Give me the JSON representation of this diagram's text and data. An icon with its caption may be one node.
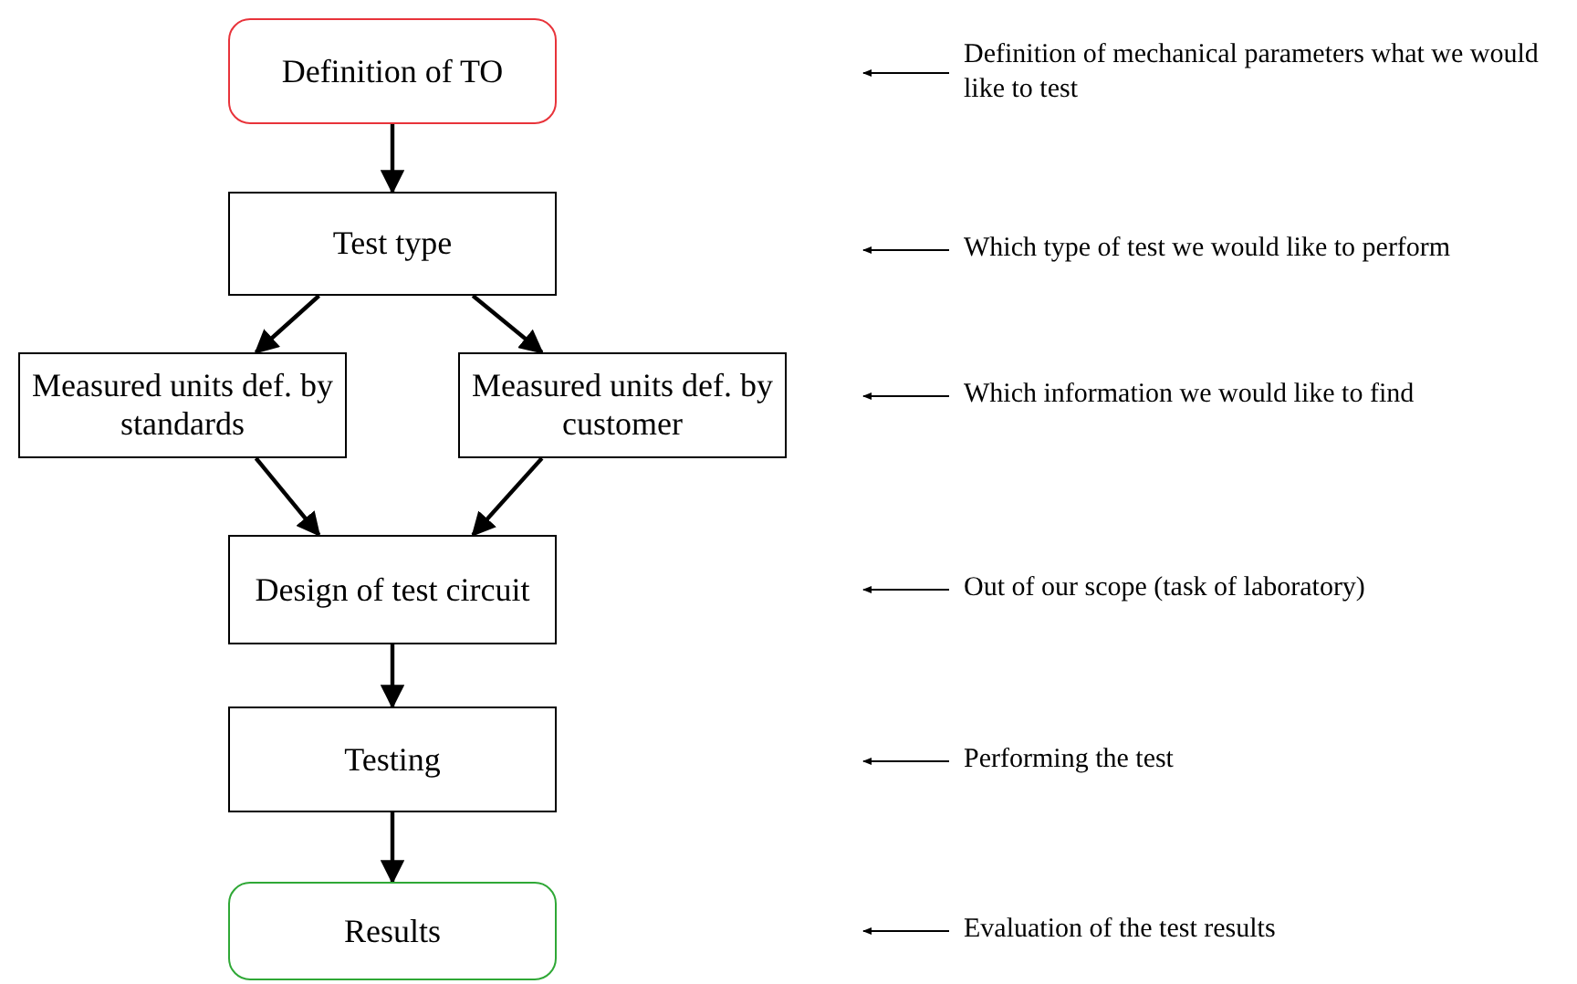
{
  "diagram": {
    "nodes": [
      {
        "text": [
          "Definition of TO"
        ]
      },
      {
        "text": [
          "Test type"
        ]
      },
      {
        "text": [
          "Measured units def. by standards"
        ]
      },
      {
        "text": [
          "Measured units def. by customer"
        ]
      },
      {
        "text": [
          "Design of test circuit"
        ]
      },
      {
        "text": [
          "Testing"
        ]
      },
      {
        "text": [
          "Results"
        ]
      },
      {
        "text": [
          "Definition of mechanical parameters what we would like to test"
        ]
      },
      {
        "text": [
          "Which type of test we would like to perform"
        ]
      },
      {
        "text": [
          "Which information we would like to find"
        ]
      },
      {
        "text": [
          "Out of our scope (task of laboratory)"
        ]
      },
      {
        "text": [
          "Performing the test"
        ]
      },
      {
        "text": [
          "Evaluation of the test results"
        ]
      }
    ],
    "edges": [
      {
        "from": 0,
        "to": 1,
        "arrow": "to"
      },
      {
        "from": 1,
        "to": 2,
        "arrow": "to"
      },
      {
        "from": 1,
        "to": 3,
        "arrow": "to"
      },
      {
        "from": 2,
        "to": 4,
        "arrow": "to"
      },
      {
        "from": 3,
        "to": 4,
        "arrow": "to"
      },
      {
        "from": 4,
        "to": 5,
        "arrow": "to"
      },
      {
        "from": 5,
        "to": 6,
        "arrow": "to"
      },
      {
        "from": 7,
        "to": null,
        "arrow": "to"
      },
      {
        "from": 8,
        "to": null,
        "arrow": "to"
      },
      {
        "from": 9,
        "to": null,
        "arrow": "to"
      },
      {
        "from": 10,
        "to": null,
        "arrow": "to"
      },
      {
        "from": 11,
        "to": null,
        "arrow": "to"
      },
      {
        "from": 12,
        "to": null,
        "arrow": "to"
      }
    ]
  }
}
